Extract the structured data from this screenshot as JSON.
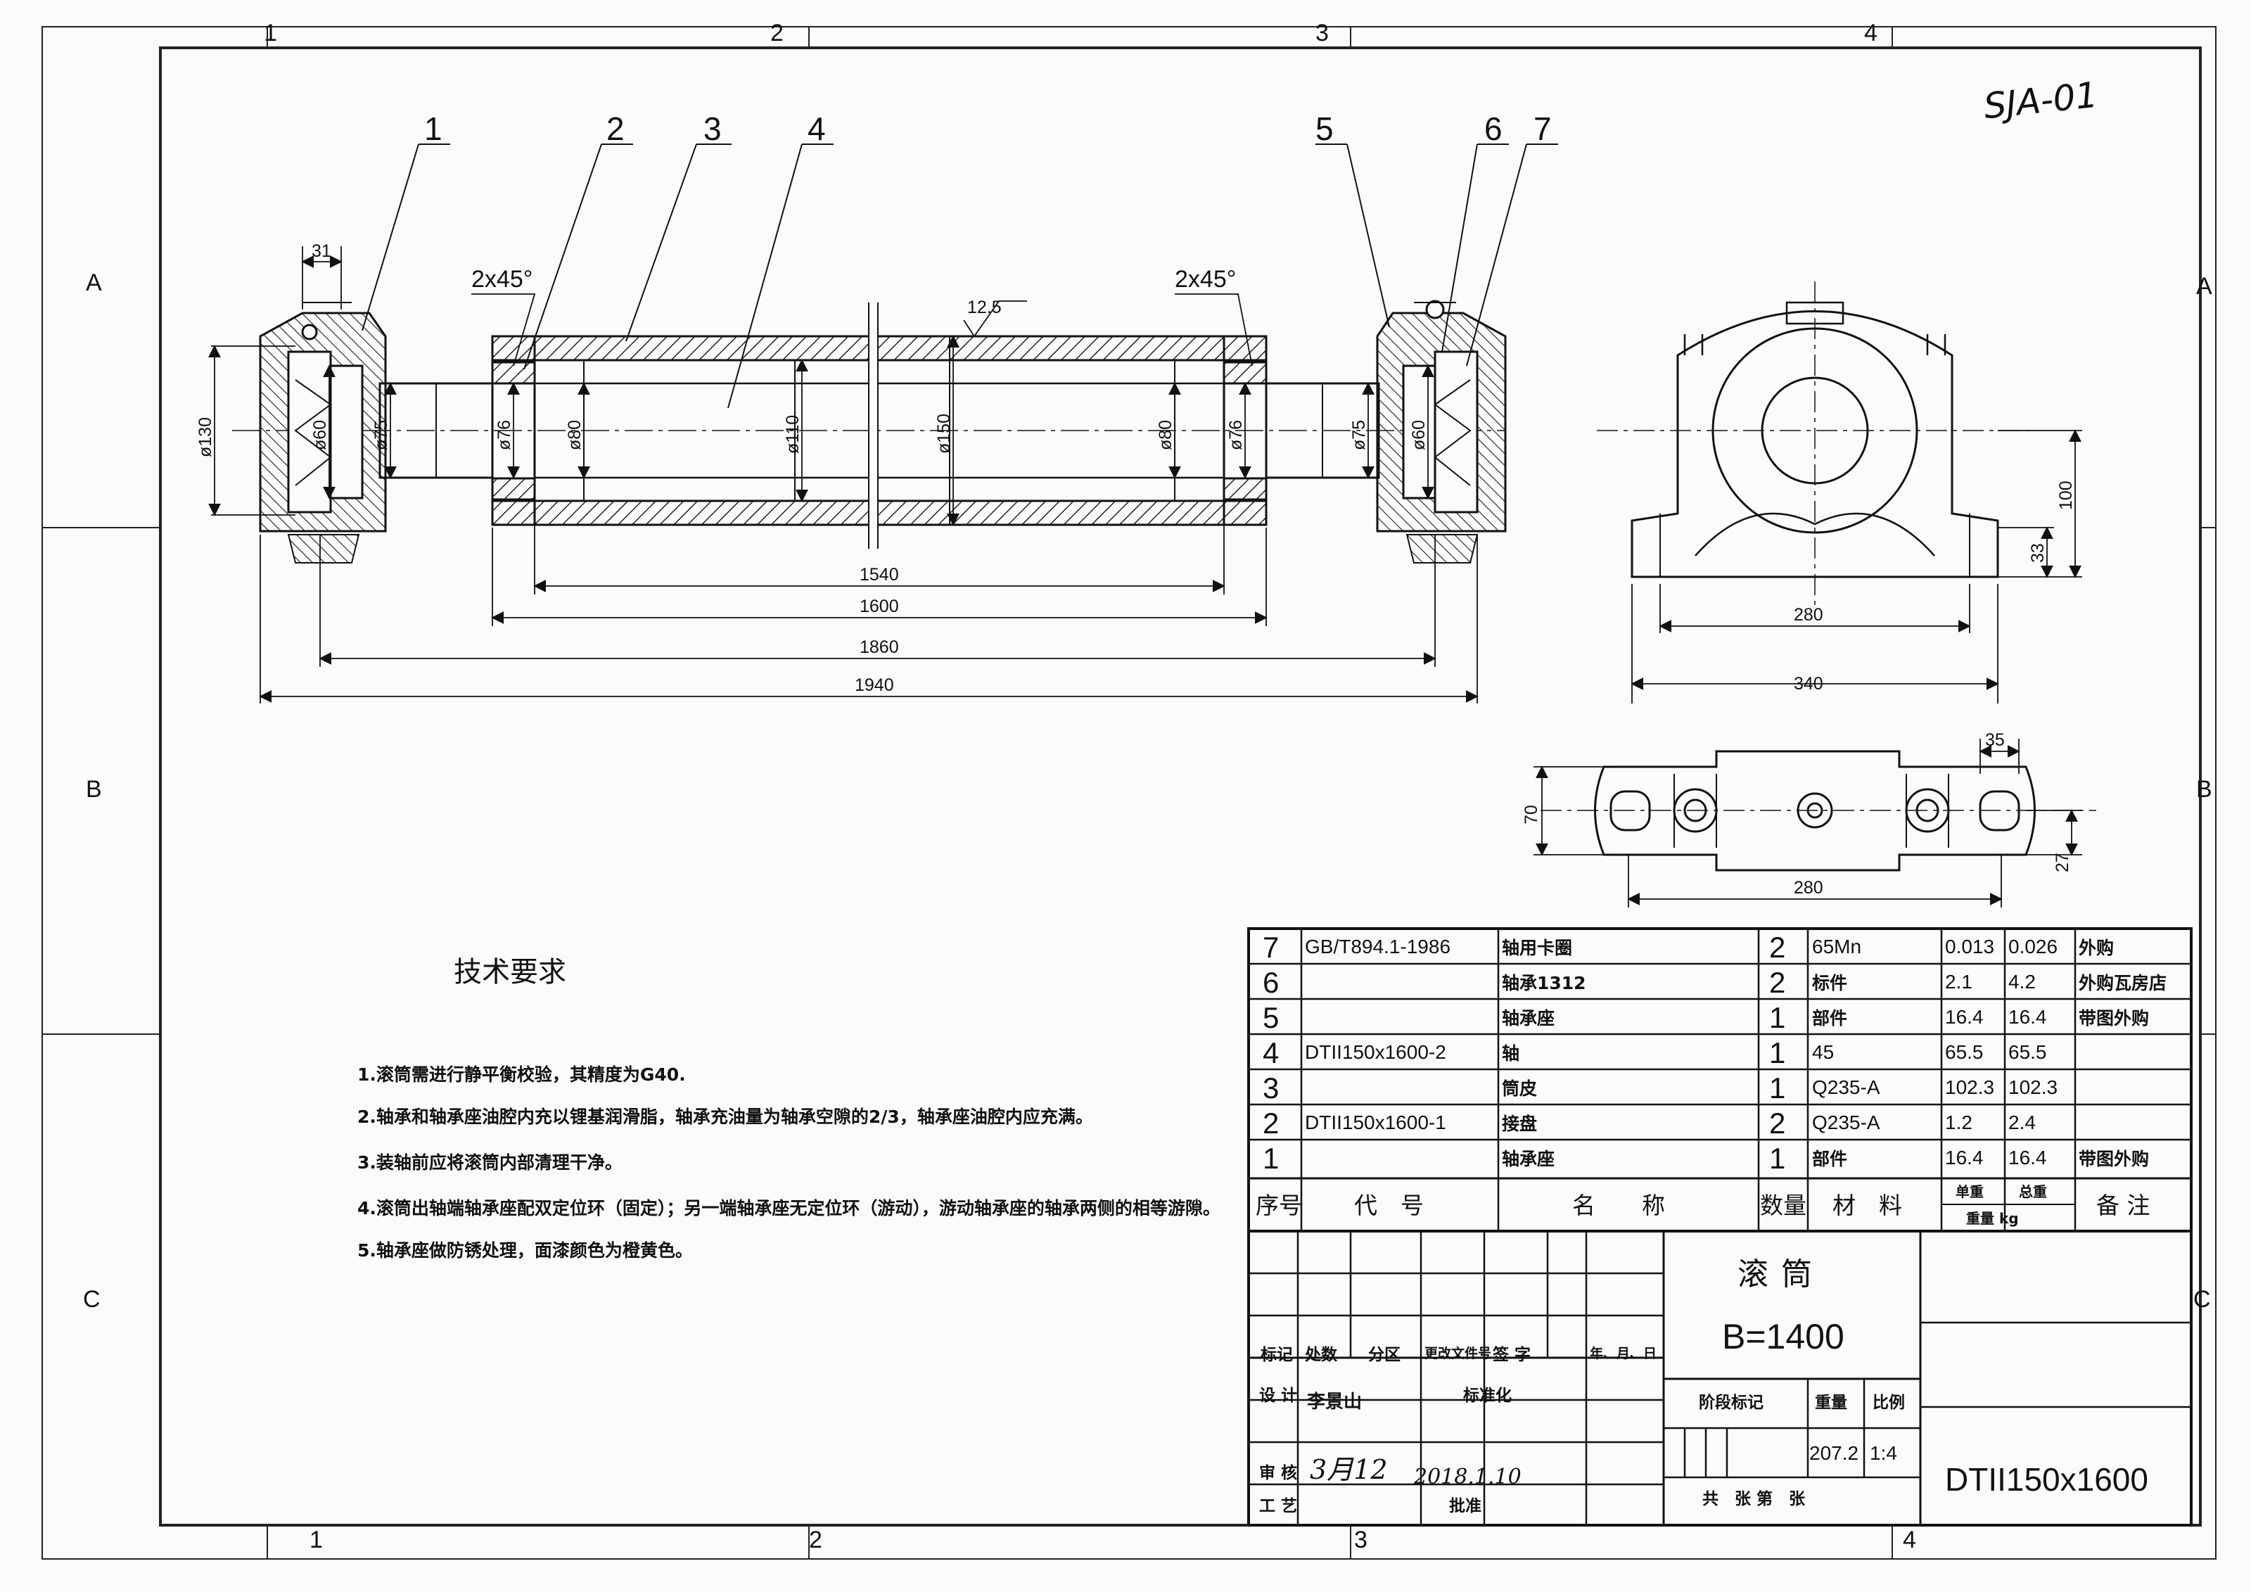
{
  "drawing_code": "SJA-01",
  "zones": {
    "top": [
      "1",
      "2",
      "3",
      "4"
    ],
    "bottom": [
      "1",
      "2",
      "3",
      "4"
    ],
    "left": [
      "A",
      "B",
      "C"
    ],
    "right": [
      "A",
      "B",
      "C"
    ]
  },
  "balloons": [
    "1",
    "2",
    "3",
    "4",
    "5",
    "6",
    "7"
  ],
  "dimensions": {
    "width_31": "31",
    "chamfer_left": "2x45°",
    "chamfer_right": "2x45°",
    "roughness": "12.5",
    "dia_130": "ø130",
    "dia_60_left": "ø60",
    "dia_75_left": "ø75",
    "dia_76_left": "ø76",
    "dia_80_left": "ø80",
    "dia_110": "ø110",
    "dia_150": "ø150",
    "dia_80_right": "ø80",
    "dia_76_right": "ø76",
    "dia_75_right": "ø75",
    "dia_60_right": "ø60",
    "len_1540": "1540",
    "len_1600": "1600",
    "len_1860": "1860",
    "len_1940": "1940",
    "side_100": "100",
    "side_33": "33",
    "side_280": "280",
    "side_340": "340",
    "plan_35": "35",
    "plan_70": "70",
    "plan_27": "27",
    "plan_280": "280"
  },
  "tech_requirements": {
    "title": "技术要求",
    "items": [
      "1.滚筒需进行静平衡校验，其精度为G40.",
      "2.轴承和轴承座油腔内充以锂基润滑脂，轴承充油量为轴承空隙的2/3，轴承座油腔内应充满。",
      "3.装轴前应将滚筒内部清理干净。",
      "4.滚筒出轴端轴承座配双定位环（固定）；另一端轴承座无定位环（游动），游动轴承座的轴承两侧的相等游隙。",
      "5.轴承座做防锈处理，面漆颜色为橙黄色。"
    ]
  },
  "bom": {
    "rows": [
      {
        "no": "7",
        "code": "GB/T894.1-1986",
        "name": "轴用卡圈",
        "qty": "2",
        "material": "65Mn",
        "unit_wt": "0.013",
        "total_wt": "0.026",
        "note": "外购"
      },
      {
        "no": "6",
        "code": "",
        "name": "轴承1312",
        "qty": "2",
        "material": "标件",
        "unit_wt": "2.1",
        "total_wt": "4.2",
        "note": "外购瓦房店"
      },
      {
        "no": "5",
        "code": "",
        "name": "轴承座",
        "qty": "1",
        "material": "部件",
        "unit_wt": "16.4",
        "total_wt": "16.4",
        "note": "带图外购"
      },
      {
        "no": "4",
        "code": "DTII150x1600-2",
        "name": "轴",
        "qty": "1",
        "material": "45",
        "unit_wt": "65.5",
        "total_wt": "65.5",
        "note": ""
      },
      {
        "no": "3",
        "code": "",
        "name": "筒皮",
        "qty": "1",
        "material": "Q235-A",
        "unit_wt": "102.3",
        "total_wt": "102.3",
        "note": ""
      },
      {
        "no": "2",
        "code": "DTII150x1600-1",
        "name": "接盘",
        "qty": "2",
        "material": "Q235-A",
        "unit_wt": "1.2",
        "total_wt": "2.4",
        "note": ""
      },
      {
        "no": "1",
        "code": "",
        "name": "轴承座",
        "qty": "1",
        "material": "部件",
        "unit_wt": "16.4",
        "total_wt": "16.4",
        "note": "带图外购"
      }
    ],
    "header": {
      "no": "序号",
      "code": "代　号",
      "name": "名　　称",
      "qty": "数量",
      "material": "材　料",
      "unit_wt": "单重",
      "total_wt": "总重",
      "weight_unit": "重量 kg",
      "note": "备 注"
    }
  },
  "title_block": {
    "rev_labels": [
      "标记",
      "处数",
      "分区",
      "更改文件号",
      "签 字",
      "年、月、日"
    ],
    "design_label": "设 计",
    "design_name": "李景山",
    "standard_label": "标准化",
    "check_label": "审 核",
    "check_signature": "3月12",
    "check_date": "2018.1.10",
    "process_label": "工 艺",
    "approve_label": "批准",
    "product_name": "滚筒",
    "product_spec": "B=1400",
    "stage_label": "阶段标记",
    "weight_label": "重量",
    "scale_label": "比例",
    "weight_value": "207.2",
    "scale_value": "1:4",
    "sheets_label": "共　张 第　张",
    "drawing_number": "DTII150x1600"
  }
}
